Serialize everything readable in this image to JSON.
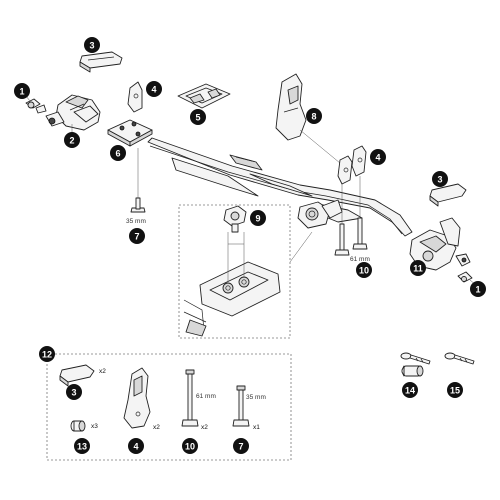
{
  "colors": {
    "badge": "#111111",
    "line": "#222222",
    "frame": "#777777"
  },
  "callouts": {
    "c1a": "1",
    "c1b": "1",
    "c2": "2",
    "c3a": "3",
    "c3b": "3",
    "c3c": "3",
    "c4a": "4",
    "c4b": "4",
    "c4c": "4",
    "c5": "5",
    "c6": "6",
    "c7a": "7",
    "c7b": "7",
    "c8": "8",
    "c9": "9",
    "c10a": "10",
    "c10b": "10",
    "c11": "11",
    "c12": "12",
    "c13": "13",
    "c14": "14",
    "c15": "15"
  },
  "dimensions": {
    "d35a": "35 mm",
    "d61": "61 mm",
    "d61b": "61 mm",
    "d35b": "35 mm"
  },
  "quantities": {
    "q3": "x2",
    "q13": "x3",
    "q4": "x2",
    "q10": "x2",
    "q7": "x1"
  }
}
